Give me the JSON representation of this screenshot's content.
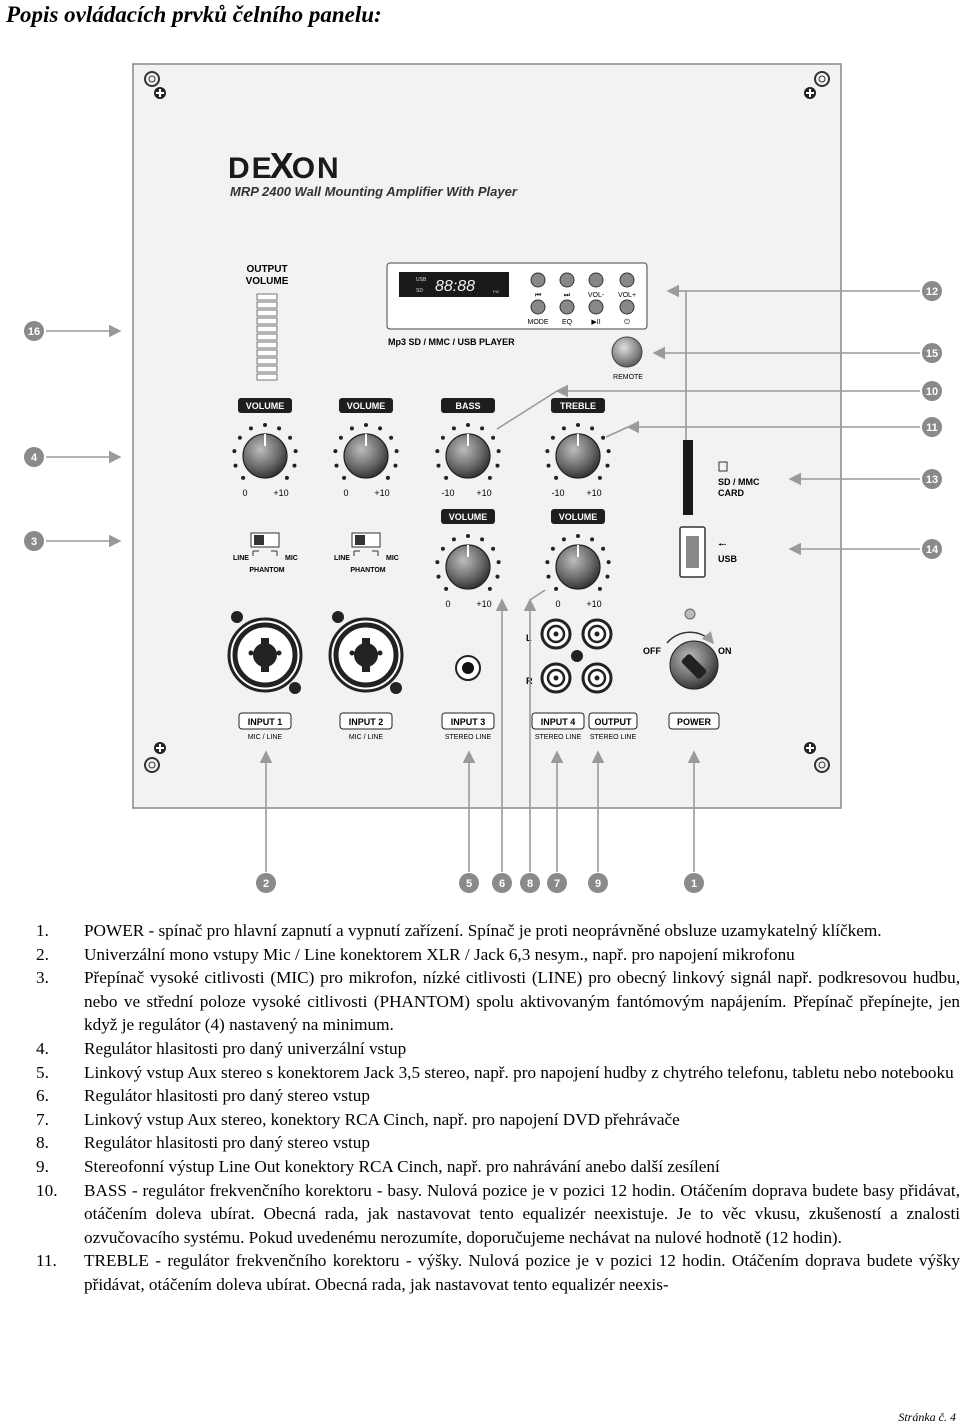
{
  "heading": "Popis ovládacích prvků čelního panelu:",
  "panel": {
    "brand": "DEXON",
    "brand_left": "DE",
    "brand_x": "X",
    "brand_right": "ON",
    "model": "MRP 2400 Wall Mounting Amplifier With Player",
    "output_volume": [
      "OUTPUT",
      "VOLUME"
    ],
    "player_label": "Mp3 SD / MMC / USB PLAYER",
    "display_digits": "88:88",
    "display_usb": "USB",
    "display_sd": "SD",
    "display_fm": "FM",
    "player_buttons_top": [
      "⏮",
      "⏭",
      "VOL-",
      "VOL+"
    ],
    "player_buttons_bottom": [
      "MODE",
      "EQ",
      "▶II",
      "⏻"
    ],
    "remote": "REMOTE",
    "knob_labels": [
      "VOLUME",
      "VOLUME",
      "BASS",
      "TREBLE"
    ],
    "knob_scales": [
      [
        "0",
        "+10"
      ],
      [
        "0",
        "+10"
      ],
      [
        "-10",
        "+10"
      ],
      [
        "-10",
        "+10"
      ]
    ],
    "lower_knob_labels": [
      "VOLUME",
      "VOLUME"
    ],
    "lower_knob_scales": [
      [
        "0",
        "+10"
      ],
      [
        "0",
        "+10"
      ]
    ],
    "switch_line": "LINE",
    "switch_mic": "MIC",
    "switch_phantom": "PHANTOM",
    "sd_card": [
      "SD / MMC",
      "CARD"
    ],
    "usb": "USB",
    "power_off": "OFF",
    "power_on": "ON",
    "rca_l": "L",
    "rca_r": "R",
    "inputs": [
      {
        "label": "INPUT 1",
        "sub": "MIC / LINE"
      },
      {
        "label": "INPUT 2",
        "sub": "MIC / LINE"
      },
      {
        "label": "INPUT 3",
        "sub": "STEREO LINE"
      },
      {
        "label": "INPUT 4",
        "sub": "STEREO LINE"
      },
      {
        "label": "OUTPUT",
        "sub": "STEREO LINE"
      },
      {
        "label": "POWER",
        "sub": ""
      }
    ],
    "callouts_right": [
      "12",
      "15",
      "10",
      "11",
      "13",
      "14"
    ],
    "callouts_left": [
      "16",
      "4",
      "3"
    ],
    "callouts_bottom": [
      "2",
      "5",
      "6",
      "8",
      "7",
      "9",
      "1"
    ]
  },
  "legend": [
    {
      "num": "1.",
      "text": "POWER - spínač pro hlavní zapnutí a vypnutí zařízení. Spínač je proti neoprávněné obsluze uzamykatelný klíčkem."
    },
    {
      "num": "2.",
      "text": "Univerzální mono vstupy Mic / Line konektorem XLR / Jack 6,3 nesym., např. pro napojení mikrofonu"
    },
    {
      "num": "3.",
      "text": "Přepínač vysoké citlivosti (MIC) pro mikrofon, nízké citlivosti (LINE) pro obecný linkový signál např. podkresovou hudbu, nebo ve střední poloze vysoké citlivosti (PHANTOM) spolu aktivovaným fantómovým napájením. Přepínač přepínejte, jen když je regulátor (4) nastavený na minimum."
    },
    {
      "num": "4.",
      "text": "Regulátor hlasitosti pro daný univerzální vstup"
    },
    {
      "num": "5.",
      "text": "Linkový vstup Aux stereo s konektorem Jack 3,5 stereo, např. pro napojení hudby z chytrého telefonu, tabletu nebo notebooku"
    },
    {
      "num": "6.",
      "text": "Regulátor hlasitosti pro daný stereo vstup"
    },
    {
      "num": "7.",
      "text": "Linkový vstup Aux stereo, konektory RCA Cinch, např. pro napojení DVD přehrávače"
    },
    {
      "num": "8.",
      "text": "Regulátor hlasitosti pro daný stereo vstup"
    },
    {
      "num": "9.",
      "text": "Stereofonní výstup Line Out konektory RCA Cinch, např. pro nahrávání anebo další zesílení"
    },
    {
      "num": "10.",
      "text": "BASS - regulátor frekvenčního korektoru - basy. Nulová pozice je v pozici 12 hodin. Otáčením doprava budete basy přidávat, otáčením doleva ubírat. Obecná rada, jak nastavovat tento equalizér neexistuje. Je to věc vkusu, zkušeností a znalosti ozvučovacího systému. Pokud uvedenému nerozumíte, doporučujeme nechávat na nulové hodnotě (12 hodin)."
    },
    {
      "num": "11.",
      "text": "TREBLE - regulátor frekvenčního korektoru - výšky. Nulová pozice je v pozici 12 hodin. Otáčením doprava budete výšky přidávat, otáčením doleva ubírat. Obecná rada, jak nastavovat tento equalizér neexis-"
    }
  ],
  "footer": "Stránka č. 4"
}
